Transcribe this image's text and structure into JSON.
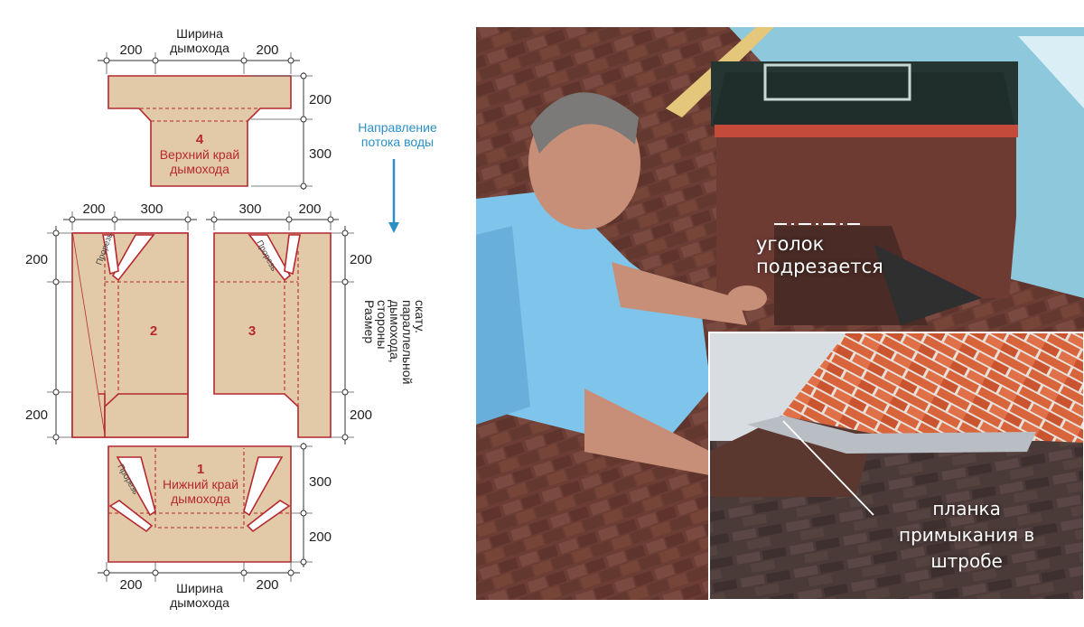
{
  "diagram": {
    "top": {
      "dim_left": "200",
      "dim_right": "200",
      "width_caption_line1": "Ширина",
      "width_caption_line2": "дымохода",
      "dim_height_top": "200",
      "dim_height_bottom": "300",
      "number": "4",
      "label_line1": "Верхний край",
      "label_line2": "дымохода"
    },
    "flow": {
      "line1": "Направление",
      "line2": "потока воды"
    },
    "left_piece": {
      "dim_top_a": "200",
      "dim_top_b": "300",
      "dim_side_top": "200",
      "dim_side_bottom": "200",
      "number": "2",
      "cut_label": "Прорезь"
    },
    "right_piece": {
      "dim_top_a": "300",
      "dim_top_b": "200",
      "dim_side_top": "200",
      "dim_side_bottom": "200",
      "number": "3",
      "cut_label": "Прорезь",
      "side_caption_line1": "Размер",
      "side_caption_line2": "стороны",
      "side_caption_line3": "дымохода,",
      "side_caption_line4": "параллельной",
      "side_caption_line5": "скату."
    },
    "bottom": {
      "number": "1",
      "label_line1": "Нижний край",
      "label_line2": "дымохода",
      "cut_label": "Прорезь",
      "dim_height_top": "300",
      "dim_height_bottom": "200",
      "dim_left": "200",
      "dim_right": "200",
      "width_caption_line1": "Ширина",
      "width_caption_line2": "дымохода"
    }
  },
  "photo": {
    "label_corner_line1": "уголок",
    "label_corner_line2": "подрезается",
    "label_strip_line1": "планка",
    "label_strip_line2": "примыкания в",
    "label_strip_line3": "штробе"
  },
  "colors": {
    "piece_fill": "#e2c9a8",
    "piece_outline": "#b5292f",
    "flow_arrow": "#2b8fc6",
    "roof": "#6e4036"
  }
}
